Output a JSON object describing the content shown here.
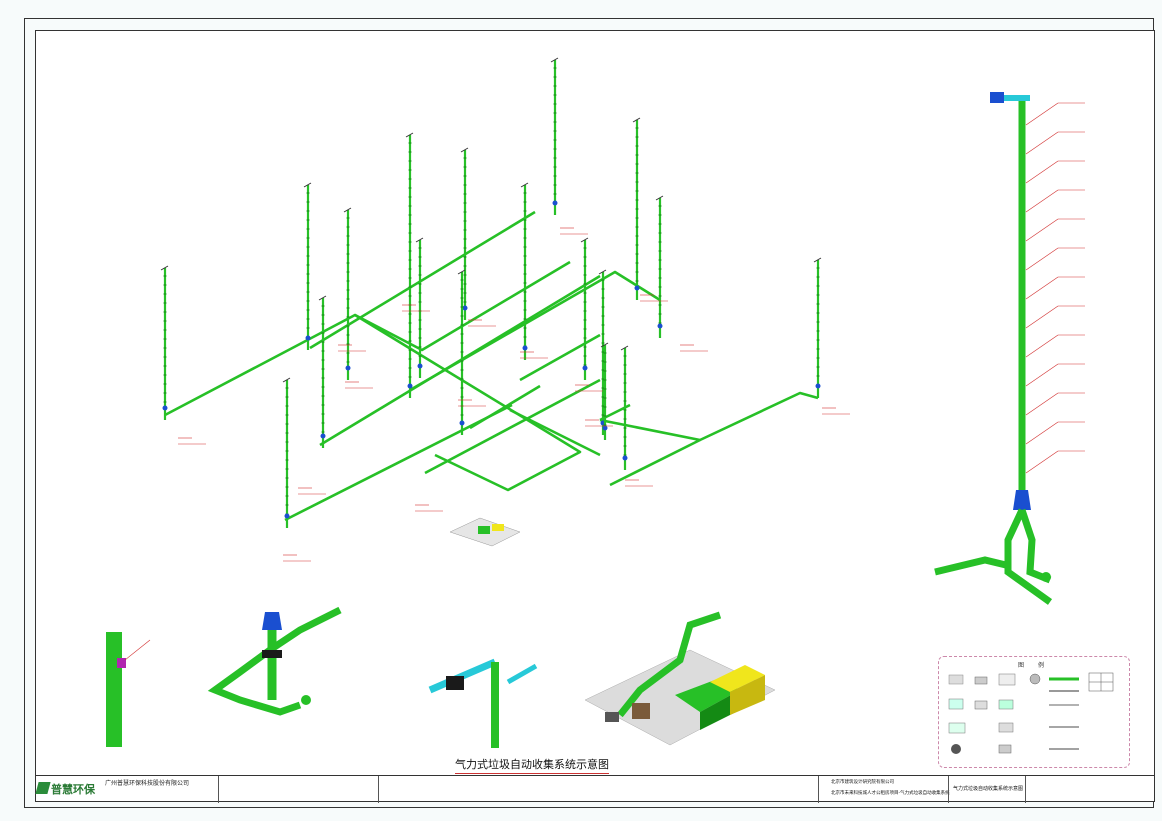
{
  "drawing": {
    "title": "气力式垃圾自动收集系统示意图",
    "legend_title": "图    例"
  },
  "title_block": {
    "logo_text": "普慧环保",
    "company": "广州普慧环保科技股份有限公司",
    "client": "北京市建筑设计研究院有限公司",
    "project": "北京市未来科技城人才公租房项目-气力式垃圾自动收集系统",
    "sheet_title": "气力式垃圾自动收集系统示意图"
  },
  "colors": {
    "pipe": "#27c027",
    "pipe_dark": "#148a14",
    "riser_joint": "#1a4fd0",
    "cyan_pipe": "#27c9d8",
    "leader": "#d23030",
    "station_yellow": "#f0e61c"
  }
}
